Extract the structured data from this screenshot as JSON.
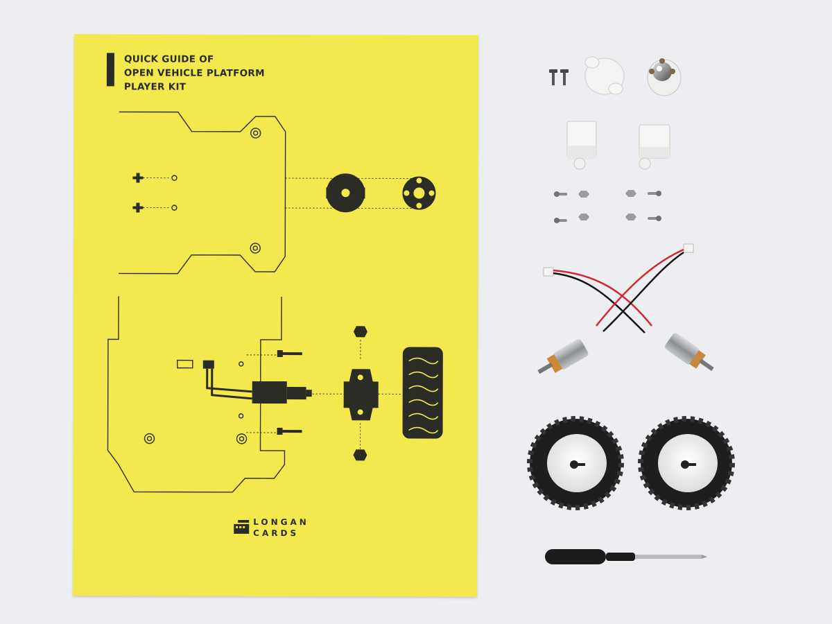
{
  "guide": {
    "title_lines": [
      "QUICK GUIDE OF",
      "OPEN VEHICLE PLATFORM",
      "PLAYER KIT"
    ]
  },
  "brand": {
    "line1": "LONGAN",
    "line2": "CARDS"
  },
  "colors": {
    "background": "#eceef1",
    "sheet": "#f3e84e",
    "ink": "#2c2c27",
    "tire": "#1e1e1e",
    "hub": "#f4f4f4",
    "wire_red": "#d3262e",
    "wire_black": "#111111",
    "gear": "#c8893a"
  },
  "parts": [
    {
      "name": "screws"
    },
    {
      "name": "caster-wheel-cover"
    },
    {
      "name": "caster-ball-wheel"
    },
    {
      "name": "motor-bracket-left"
    },
    {
      "name": "motor-bracket-right"
    },
    {
      "name": "bolts-and-nuts"
    },
    {
      "name": "gear-motors-with-cables"
    },
    {
      "name": "rubber-wheels"
    },
    {
      "name": "screwdriver"
    }
  ]
}
